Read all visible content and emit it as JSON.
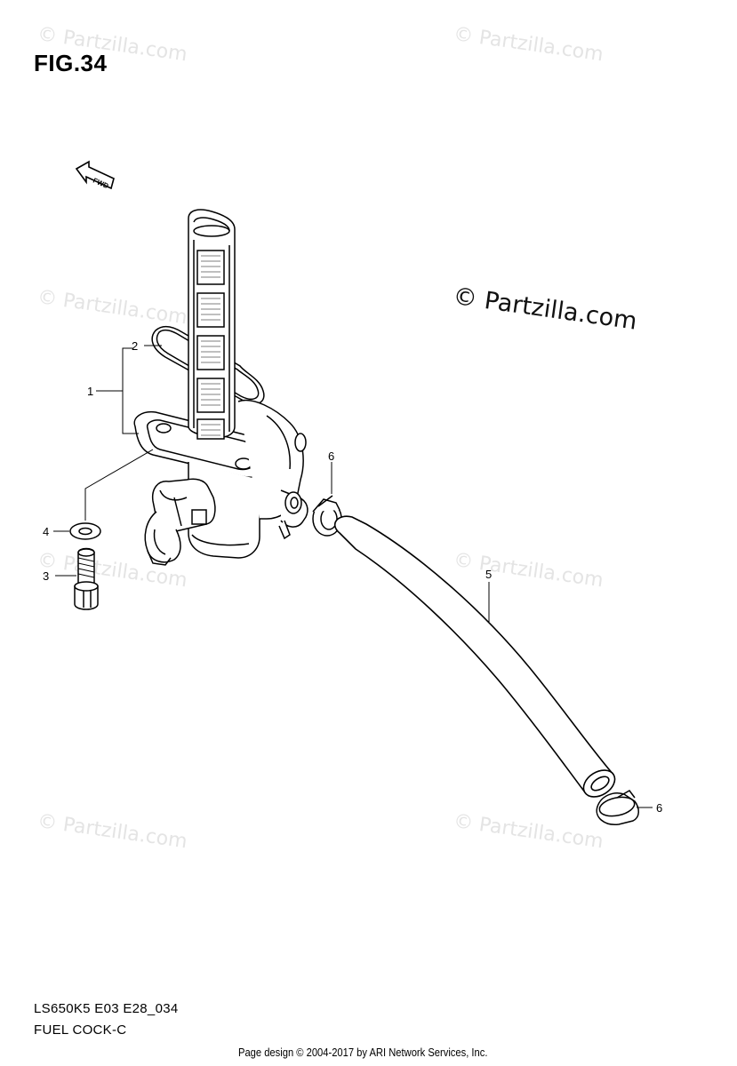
{
  "figure": {
    "title": "FIG.34",
    "model_code": "LS650K5 E03 E28_034",
    "caption": "FUEL COCK-C"
  },
  "watermark": {
    "faint": "© Partzilla.com",
    "bold": "© Partzilla.com"
  },
  "direction_arrow": {
    "label": "FWD"
  },
  "callouts": [
    "1",
    "2",
    "3",
    "4",
    "5",
    "6",
    "6"
  ],
  "footer": {
    "text": "Page design © 2004-2017 by ARI Network Services, Inc."
  },
  "colors": {
    "line": "#000000",
    "watermark": "#e4e4e4",
    "background": "#ffffff"
  }
}
